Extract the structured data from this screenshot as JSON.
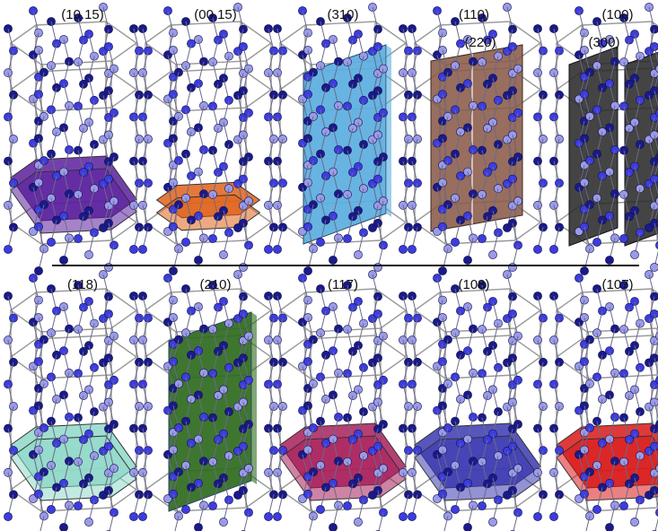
{
  "figure": {
    "top_row": [
      {
        "label": "(10.15)",
        "plane": "basal-tilted",
        "color": "#5a1e9c"
      },
      {
        "label": "(00.15)",
        "plane": "basal",
        "color": "#e0621a"
      },
      {
        "label": "(310)",
        "plane": "prism-a",
        "color": "#5aaee0"
      },
      {
        "label": "(110)",
        "plane": "prism-b",
        "color": "#8a5a48",
        "sub_label": "(220)"
      },
      {
        "label": "(100)",
        "plane": "prism-double",
        "color": "#2a2a2a",
        "sub_label": "(300)"
      }
    ],
    "bottom_row": [
      {
        "label": "(118)",
        "plane": "basal-tilted",
        "color": "#8ed8c8"
      },
      {
        "label": "(210)",
        "plane": "prism-a",
        "color": "#2e6a1e"
      },
      {
        "label": "(117)",
        "plane": "basal-tilted",
        "color": "#a81e5a"
      },
      {
        "label": "(108)",
        "plane": "basal-tilted",
        "color": "#3a38b0"
      },
      {
        "label": "(107)",
        "plane": "basal-tilted",
        "color": "#d81818"
      }
    ],
    "colors": {
      "frame": "#9a9a9a",
      "atom_dark": "#1a1a8a",
      "atom_mid": "#3c3ce0",
      "atom_light": "#9a9ae8",
      "divider": "#111111"
    }
  }
}
